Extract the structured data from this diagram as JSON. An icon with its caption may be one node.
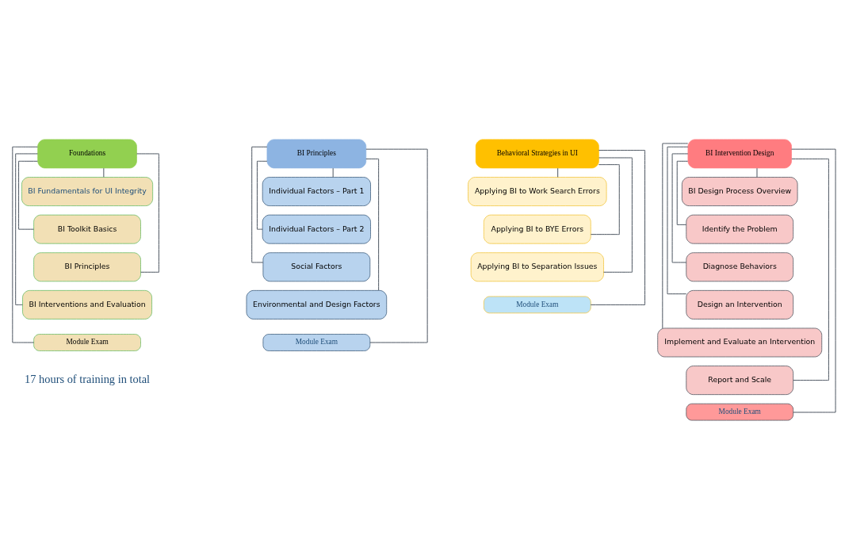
{
  "diagram": {
    "nodes": [
      {
        "text": [
          "Foundations"
        ]
      },
      {
        "text": [
          "BI Fundamentals for UI Integrity"
        ]
      },
      {
        "text": [
          "BI Toolkit Basics"
        ]
      },
      {
        "text": [
          "BI Principles"
        ]
      },
      {
        "text": [
          "BI Interventions and Evaluation"
        ]
      },
      {
        "text": [
          "Module Exam"
        ]
      },
      {
        "text": [
          "BI Principles"
        ]
      },
      {
        "text": [
          "Individual Factors – Part 1"
        ]
      },
      {
        "text": [
          "Individual Factors – Part 2"
        ]
      },
      {
        "text": [
          "Social Factors"
        ]
      },
      {
        "text": [
          "Environmental and Design Factors"
        ]
      },
      {
        "text": [
          "Module Exam"
        ]
      },
      {
        "text": [
          "Behavioral Strategies in UI"
        ]
      },
      {
        "text": [
          "Applying BI to Work Search Errors"
        ]
      },
      {
        "text": [
          "Applying BI to BYE Errors"
        ]
      },
      {
        "text": [
          "Applying BI to Separation Issues"
        ]
      },
      {
        "text": [
          "Module Exam"
        ]
      },
      {
        "text": [
          "BI Intervention Design"
        ]
      },
      {
        "text": [
          "BI Design Process Overview"
        ]
      },
      {
        "text": [
          "Identify the Problem"
        ]
      },
      {
        "text": [
          "Diagnose Behaviors"
        ]
      },
      {
        "text": [
          "Design an Intervention"
        ]
      },
      {
        "text": [
          "Implement and Evaluate an Intervention"
        ]
      },
      {
        "text": [
          "Report and Scale"
        ]
      },
      {
        "text": [
          "Module Exam"
        ]
      }
    ],
    "edges": [
      {
        "from": 0,
        "to": 1,
        "arrow": "none"
      },
      {
        "from": 0,
        "to": 2,
        "arrow": "none"
      },
      {
        "from": 0,
        "to": 3,
        "arrow": "none"
      },
      {
        "from": 0,
        "to": 4,
        "arrow": "none"
      },
      {
        "from": 0,
        "to": 5,
        "arrow": "none"
      },
      {
        "from": 6,
        "to": 7,
        "arrow": "none"
      },
      {
        "from": 6,
        "to": 8,
        "arrow": "none"
      },
      {
        "from": 6,
        "to": 9,
        "arrow": "none"
      },
      {
        "from": 6,
        "to": 10,
        "arrow": "none"
      },
      {
        "from": 6,
        "to": 11,
        "arrow": "none"
      },
      {
        "from": 12,
        "to": 13,
        "arrow": "none"
      },
      {
        "from": 12,
        "to": 14,
        "arrow": "none"
      },
      {
        "from": 12,
        "to": 15,
        "arrow": "none"
      },
      {
        "from": 12,
        "to": 16,
        "arrow": "none"
      },
      {
        "from": 17,
        "to": 18,
        "arrow": "none"
      },
      {
        "from": 17,
        "to": 19,
        "arrow": "none"
      },
      {
        "from": 17,
        "to": 20,
        "arrow": "none"
      },
      {
        "from": 17,
        "to": 21,
        "arrow": "none"
      },
      {
        "from": 17,
        "to": 22,
        "arrow": "none"
      },
      {
        "from": 17,
        "to": 23,
        "arrow": "none"
      },
      {
        "from": 17,
        "to": 24,
        "arrow": "none"
      }
    ],
    "labels": [
      "17 hours of training in total"
    ]
  }
}
